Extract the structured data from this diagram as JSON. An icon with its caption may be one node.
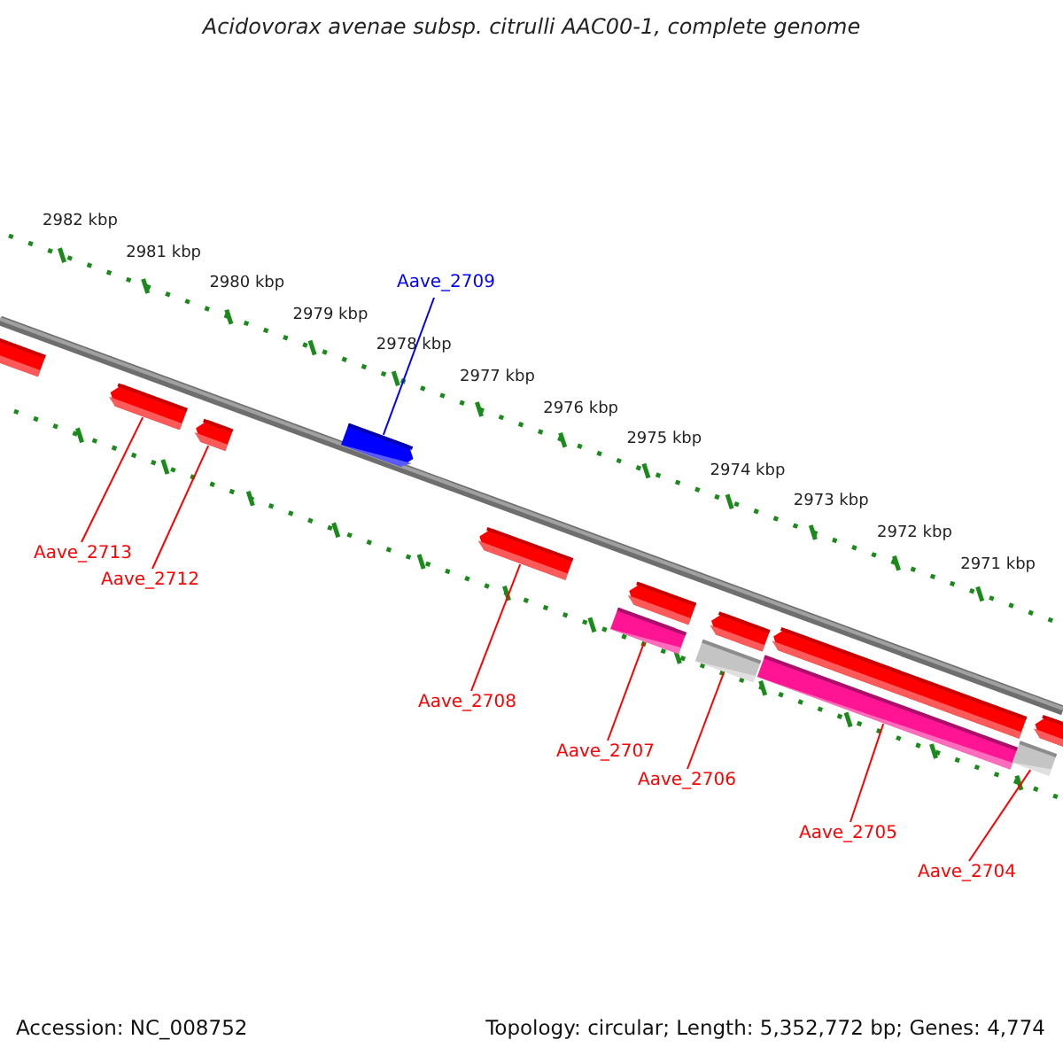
{
  "diagram": {
    "title": "Acidovorax avenae subsp. citrulli AAC00-1, complete genome",
    "nodes": [
      {
        "text": [
          "Aave_2709"
        ]
      },
      {
        "text": [
          "Aave_2713"
        ]
      },
      {
        "text": [
          "Aave_2712"
        ]
      },
      {
        "text": [
          "Aave_2708"
        ]
      },
      {
        "text": [
          "Aave_2707"
        ]
      },
      {
        "text": [
          "Aave_2706"
        ]
      },
      {
        "text": [
          "Aave_2705"
        ]
      },
      {
        "text": [
          "Aave_2704"
        ]
      },
      {
        "text": [],
        "shape": "bar"
      },
      {
        "text": [],
        "shape": "bar"
      },
      {
        "text": [],
        "shape": "bar"
      },
      {
        "text": [],
        "shape": "bar"
      },
      {
        "text": [],
        "shape": "bar"
      },
      {
        "text": [],
        "shape": "bar"
      },
      {
        "text": [],
        "shape": "bar"
      },
      {
        "text": [],
        "shape": "bar"
      },
      {
        "text": [],
        "shape": "bar"
      },
      {
        "text": [],
        "shape": "bar"
      },
      {
        "text": [],
        "shape": "bar"
      },
      {
        "text": [],
        "shape": "bar"
      },
      {
        "text": [],
        "shape": "bar"
      }
    ],
    "edges": [
      {
        "from": 0,
        "to": 11,
        "arrow": "none",
        "color": "#0000ff"
      },
      {
        "from": 1,
        "to": 9,
        "arrow": "none"
      },
      {
        "from": 2,
        "to": 10,
        "arrow": "none"
      },
      {
        "from": 3,
        "to": 12,
        "arrow": "none"
      },
      {
        "from": 4,
        "to": 13,
        "arrow": "none"
      },
      {
        "from": 5,
        "to": 15,
        "arrow": "none"
      },
      {
        "from": 6,
        "to": 17,
        "arrow": "none"
      },
      {
        "from": 7,
        "to": 19,
        "arrow": "none"
      }
    ],
    "labels": [
      "2982 kbp",
      "2981 kbp",
      "2980 kbp",
      "2979 kbp",
      "2978 kbp",
      "2977 kbp",
      "2976 kbp",
      "2975 kbp",
      "2974 kbp",
      "2973 kbp",
      "2972 kbp",
      "2971 kbp",
      "Accession: NC_008752",
      "Topology: circular; Length: 5,352,772 bp; Genes: 4,774"
    ]
  }
}
